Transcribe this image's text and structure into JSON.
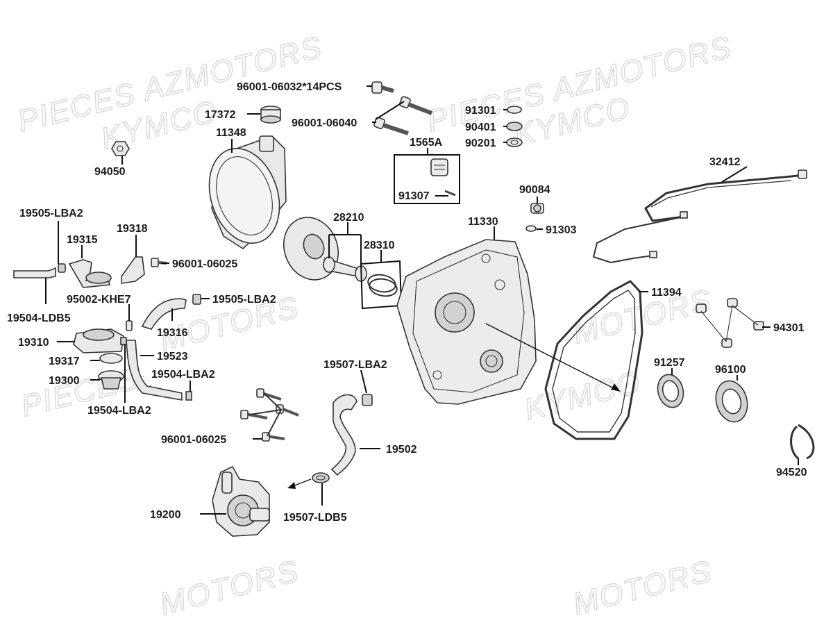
{
  "watermarks": [
    {
      "id": "wm-1",
      "text": "PIECES AZMOTORS"
    },
    {
      "id": "wm-2",
      "text": "KYMCO"
    },
    {
      "id": "wm-3",
      "text": "PIECES AZMOTORS"
    },
    {
      "id": "wm-4",
      "text": "KYMCO"
    },
    {
      "id": "wm-5",
      "text": "MOTORS"
    },
    {
      "id": "wm-6",
      "text": "MOTORS"
    },
    {
      "id": "wm-7",
      "text": "PIECES"
    },
    {
      "id": "wm-8",
      "text": "KYMCO"
    },
    {
      "id": "wm-9",
      "text": "MOTORS"
    },
    {
      "id": "wm-10",
      "text": "MOTORS"
    }
  ],
  "part_labels": [
    {
      "id": "p-96001-06032",
      "text": "96001-06032*14PCS"
    },
    {
      "id": "p-17372",
      "text": "17372"
    },
    {
      "id": "p-96001-06040",
      "text": "96001-06040"
    },
    {
      "id": "p-11348",
      "text": "11348"
    },
    {
      "id": "p-1565a",
      "text": "1565A"
    },
    {
      "id": "p-91307",
      "text": "91307"
    },
    {
      "id": "p-91301",
      "text": "91301"
    },
    {
      "id": "p-90401",
      "text": "90401"
    },
    {
      "id": "p-90201",
      "text": "90201"
    },
    {
      "id": "p-94050",
      "text": "94050"
    },
    {
      "id": "p-32412",
      "text": "32412"
    },
    {
      "id": "p-90084",
      "text": "90084"
    },
    {
      "id": "p-91303",
      "text": "91303"
    },
    {
      "id": "p-19505-lba2-a",
      "text": "19505-LBA2"
    },
    {
      "id": "p-19315",
      "text": "19315"
    },
    {
      "id": "p-19318",
      "text": "19318"
    },
    {
      "id": "p-28210",
      "text": "28210"
    },
    {
      "id": "p-28310",
      "text": "28310"
    },
    {
      "id": "p-11330",
      "text": "11330"
    },
    {
      "id": "p-96001-06025-a",
      "text": "96001-06025"
    },
    {
      "id": "p-95002-khe7",
      "text": "95002-KHE7"
    },
    {
      "id": "p-19505-lba2-b",
      "text": "19505-LBA2"
    },
    {
      "id": "p-11394",
      "text": "11394"
    },
    {
      "id": "p-19504-ldb5",
      "text": "19504-LDB5"
    },
    {
      "id": "p-19316",
      "text": "19316"
    },
    {
      "id": "p-19310",
      "text": "19310"
    },
    {
      "id": "p-94301",
      "text": "94301"
    },
    {
      "id": "p-19523",
      "text": "19523"
    },
    {
      "id": "p-19317",
      "text": "19317"
    },
    {
      "id": "p-19507-lba2",
      "text": "19507-LBA2"
    },
    {
      "id": "p-91257",
      "text": "91257"
    },
    {
      "id": "p-96100",
      "text": "96100"
    },
    {
      "id": "p-19504-lba2-a",
      "text": "19504-LBA2"
    },
    {
      "id": "p-19300",
      "text": "19300"
    },
    {
      "id": "p-19504-lba2-b",
      "text": "19504-LBA2"
    },
    {
      "id": "p-96001-06025-b",
      "text": "96001-06025"
    },
    {
      "id": "p-19502",
      "text": "19502"
    },
    {
      "id": "p-94520",
      "text": "94520"
    },
    {
      "id": "p-19200",
      "text": "19200"
    },
    {
      "id": "p-19507-ldb5",
      "text": "19507-LDB5"
    }
  ]
}
